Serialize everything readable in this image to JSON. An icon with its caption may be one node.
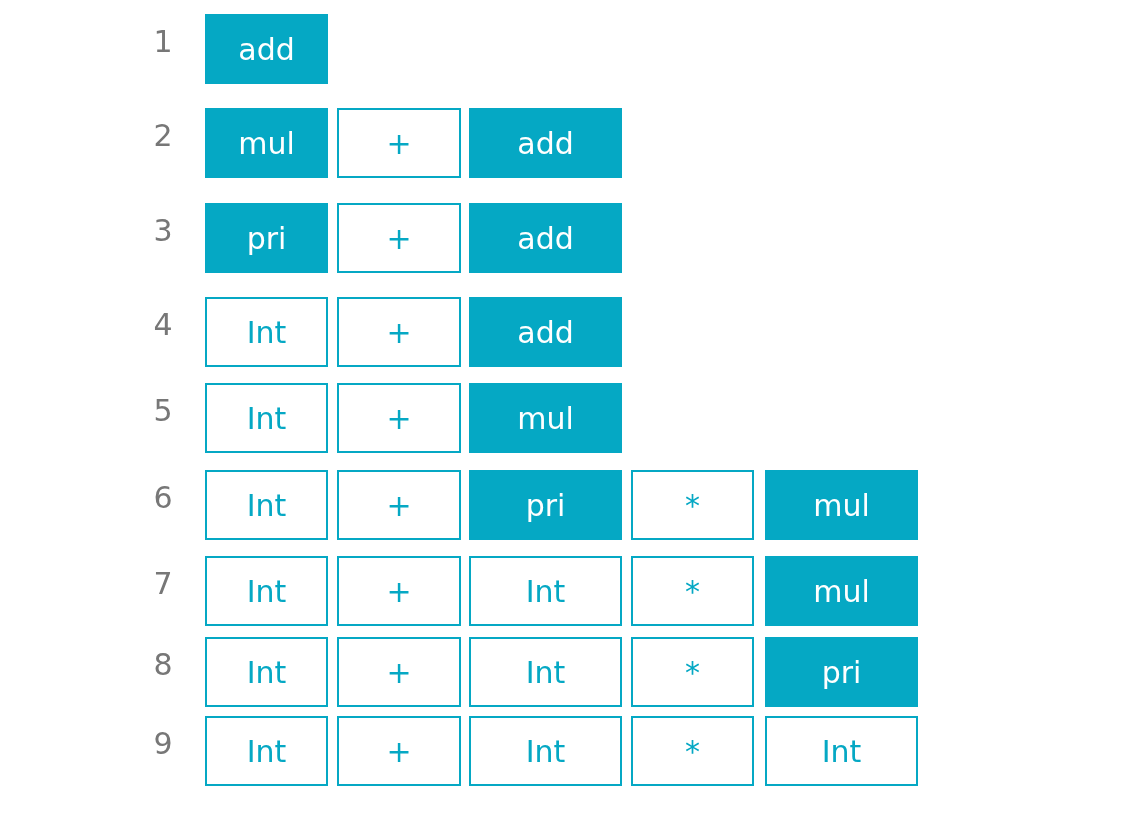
{
  "diagram": {
    "nodes": [
      {
        "text": [
          "add"
        ]
      },
      {
        "text": [
          "mul"
        ]
      },
      {
        "text": [
          "+"
        ]
      },
      {
        "text": [
          "add"
        ]
      },
      {
        "text": [
          "pri"
        ]
      },
      {
        "text": [
          "+"
        ]
      },
      {
        "text": [
          "add"
        ]
      },
      {
        "text": [
          "Int"
        ]
      },
      {
        "text": [
          "+"
        ]
      },
      {
        "text": [
          "add"
        ]
      },
      {
        "text": [
          "Int"
        ]
      },
      {
        "text": [
          "+"
        ]
      },
      {
        "text": [
          "mul"
        ]
      },
      {
        "text": [
          "Int"
        ]
      },
      {
        "text": [
          "+"
        ]
      },
      {
        "text": [
          "pri"
        ]
      },
      {
        "text": [
          "*"
        ]
      },
      {
        "text": [
          "mul"
        ]
      },
      {
        "text": [
          "Int"
        ]
      },
      {
        "text": [
          "+"
        ]
      },
      {
        "text": [
          "Int"
        ]
      },
      {
        "text": [
          "*"
        ]
      },
      {
        "text": [
          "mul"
        ]
      },
      {
        "text": [
          "Int"
        ]
      },
      {
        "text": [
          "+"
        ]
      },
      {
        "text": [
          "Int"
        ]
      },
      {
        "text": [
          "*"
        ]
      },
      {
        "text": [
          "pri"
        ]
      },
      {
        "text": [
          "Int"
        ]
      },
      {
        "text": [
          "+"
        ]
      },
      {
        "text": [
          "Int"
        ]
      },
      {
        "text": [
          "*"
        ]
      },
      {
        "text": [
          "Int"
        ]
      }
    ],
    "labels": [
      "1",
      "2",
      "3",
      "4",
      "5",
      "6",
      "7",
      "8",
      "9"
    ]
  }
}
